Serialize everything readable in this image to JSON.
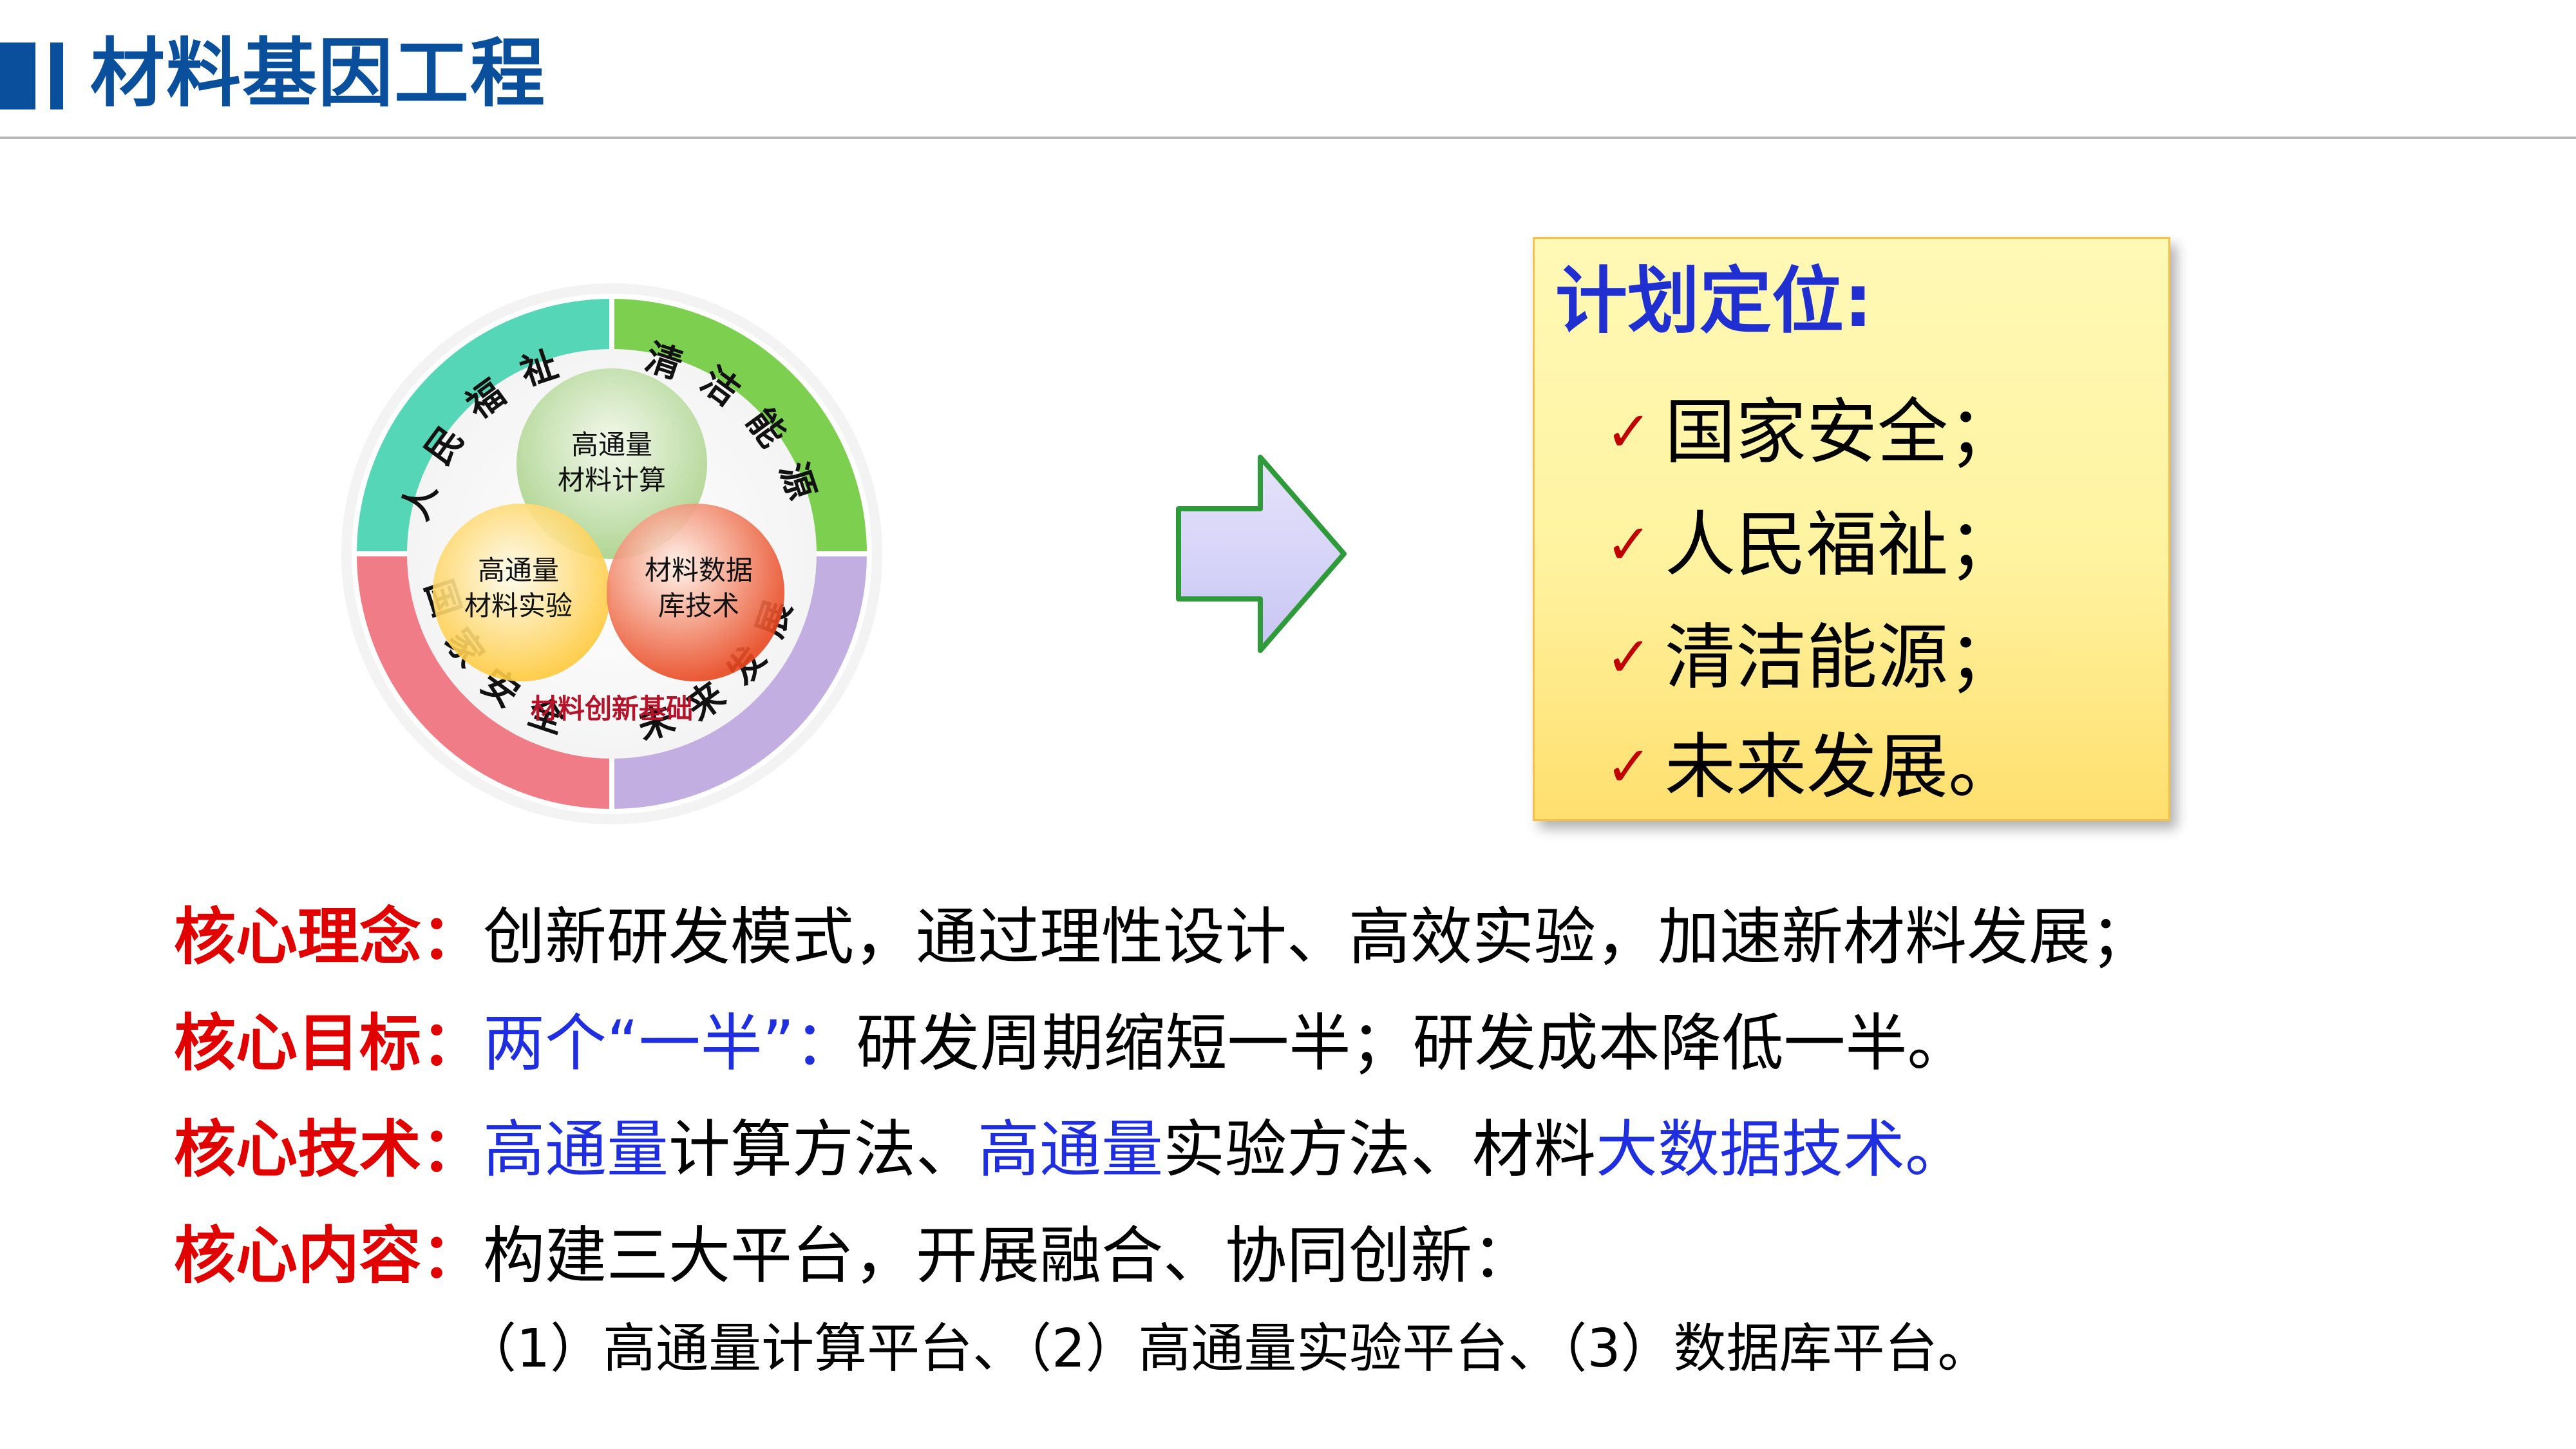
{
  "header": {
    "title": "材料基因工程"
  },
  "diagram": {
    "outer_segments": [
      {
        "label": "人民福祉",
        "color": "#55d6b6"
      },
      {
        "label": "清洁能源",
        "color": "#7ccf4f"
      },
      {
        "label": "国家安全",
        "color": "#f07c88"
      },
      {
        "label": "未来发展",
        "color": "#c2aee0"
      }
    ],
    "circles": {
      "top": {
        "line1": "高通量",
        "line2": "材料计算",
        "color": "#a9d28a"
      },
      "left": {
        "line1": "高通量",
        "line2": "材料实验",
        "color": "#ffd35a"
      },
      "right": {
        "line1": "材料数据",
        "line2": "库技术",
        "color": "#ee5b2c"
      }
    },
    "base_label": "材料创新基础"
  },
  "plan": {
    "title": "计划定位:",
    "items": [
      "国家安全；",
      "人民福祉；",
      "清洁能源；",
      "未来发展。"
    ]
  },
  "core": {
    "concept": {
      "label": "核心理念：",
      "text": "创新研发模式，通过理性设计、高效实验，加速新材料发展；"
    },
    "goal": {
      "label": "核心目标：",
      "highlight": "两个“一半”：",
      "text": "研发周期缩短一半；研发成本降低一半。"
    },
    "tech": {
      "label": "核心技术：",
      "p1": "高通量",
      "p2": "计算方法、",
      "p3": "高通量",
      "p4": "实验方法、材料",
      "p5": "大数据技术",
      "p6": "。"
    },
    "content": {
      "label": "核心内容：",
      "text": "构建三大平台，开展融合、协同创新："
    },
    "platforms": "（1）高通量计算平台、（2）高通量实验平台、（3）数据库平台。"
  },
  "colors": {
    "title_blue": "#0a4f9c",
    "label_red": "#e00000",
    "highlight_blue": "#1f2fe0",
    "base_label_red": "#b4132a"
  }
}
